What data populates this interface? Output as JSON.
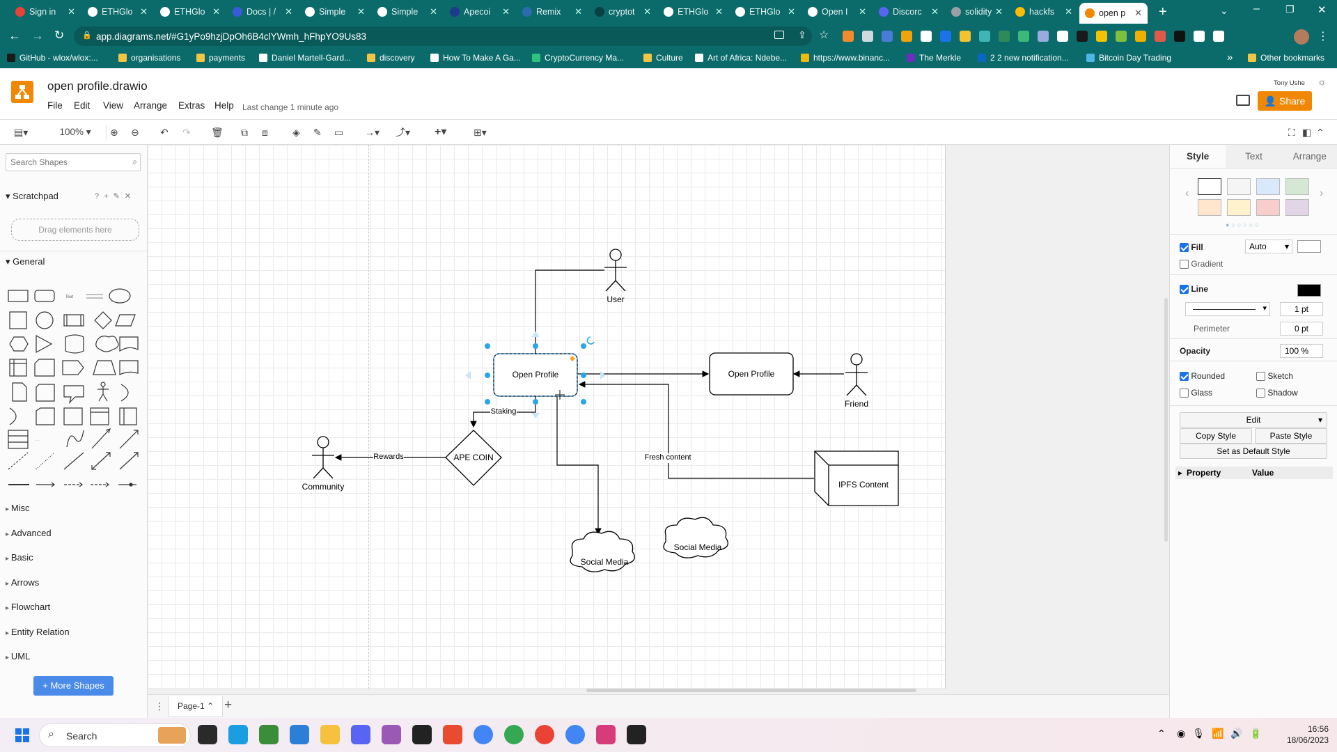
{
  "browser": {
    "tabs": [
      {
        "label": "Sign in",
        "color": "#ea4335",
        "active": false
      },
      {
        "label": "ETHGlo",
        "color": "#ffffff",
        "active": false
      },
      {
        "label": "ETHGlo",
        "color": "#ffffff",
        "active": false
      },
      {
        "label": "Docs | /",
        "color": "#3a5bd9",
        "active": false
      },
      {
        "label": "Simple",
        "color": "#ffffff",
        "active": false
      },
      {
        "label": "Simple",
        "color": "#ffffff",
        "active": false
      },
      {
        "label": "Apecoi",
        "color": "#1e3a8a",
        "active": false
      },
      {
        "label": "Remix",
        "color": "#2b6cb0",
        "active": false
      },
      {
        "label": "cryptot",
        "color": "#0a4040",
        "active": false
      },
      {
        "label": "ETHGlo",
        "color": "#ffffff",
        "active": false
      },
      {
        "label": "ETHGlo",
        "color": "#ffffff",
        "active": false
      },
      {
        "label": "Open I",
        "color": "#ffffff",
        "active": false
      },
      {
        "label": "Discorc",
        "color": "#5865f2",
        "active": false
      },
      {
        "label": "solidity",
        "color": "#9aa0a6",
        "active": false
      },
      {
        "label": "hackfs",
        "color": "#fbbc04",
        "active": false
      },
      {
        "label": "open p",
        "color": "#f08705",
        "active": true
      }
    ],
    "new_tab": "+",
    "url": "app.diagrams.net/#G1yPo9hzjDpOh6B4clYWmh_hFhpYO9Us83",
    "bookmarks": [
      {
        "label": "GitHub - wlox/wlox:..."
      },
      {
        "label": "organisations"
      },
      {
        "label": "payments"
      },
      {
        "label": "Daniel Martell-Gard..."
      },
      {
        "label": "discovery"
      },
      {
        "label": "How To Make A Ga..."
      },
      {
        "label": "CryptoCurrency Ma..."
      },
      {
        "label": "Culture"
      },
      {
        "label": "Art of Africa: Ndebe..."
      },
      {
        "label": "https://www.binanc..."
      },
      {
        "label": "The Merkle"
      },
      {
        "label": "2 2 new notification..."
      },
      {
        "label": "Bitcoin Day Trading"
      }
    ],
    "more_bookmarks": "»",
    "other_bookmarks": "Other bookmarks"
  },
  "app": {
    "title": "open profile.drawio",
    "menu": [
      "File",
      "Edit",
      "View",
      "Arrange",
      "Extras",
      "Help"
    ],
    "last_change": "Last change 1 minute ago",
    "user": "Tony Ushe",
    "share": "Share",
    "zoom": "100%",
    "accent": "#f08705"
  },
  "sidebar": {
    "search_placeholder": "Search Shapes",
    "scratchpad": "Scratchpad",
    "scratchpad_actions": "? + ✎ ✕",
    "drop_hint": "Drag elements here",
    "general": "General",
    "sections": [
      "Misc",
      "Advanced",
      "Basic",
      "Arrows",
      "Flowchart",
      "Entity Relation",
      "UML"
    ],
    "more_shapes": "+ More Shapes"
  },
  "diagram": {
    "nodes": {
      "open_profile_1": "Open Profile",
      "open_profile_2": "Open Profile",
      "ape_coin": "APE COIN",
      "ipfs": "IPFS Content",
      "social_1": "Social Media",
      "social_2": "Social Media",
      "user": "User",
      "friend": "Friend",
      "community": "Community"
    },
    "edges": {
      "staking": "Staking",
      "rewards": "Rewards",
      "fresh": "Fresh content"
    }
  },
  "bottom": {
    "page_tab": "Page-1",
    "add": "+"
  },
  "format": {
    "tabs": [
      "Style",
      "Text",
      "Arrange"
    ],
    "swatches": [
      "#ffffff",
      "#f5f5f5",
      "#dae8fc",
      "#d5e8d4",
      "#ffe6cc",
      "#fff2cc",
      "#f8cecc",
      "#e1d5e7"
    ],
    "fill": "Fill",
    "fill_mode": "Auto",
    "gradient": "Gradient",
    "line": "Line",
    "line_width": "1 pt",
    "perimeter": "Perimeter",
    "perimeter_value": "0 pt",
    "opacity": "Opacity",
    "opacity_value": "100 %",
    "rounded": "Rounded",
    "sketch": "Sketch",
    "glass": "Glass",
    "shadow": "Shadow",
    "edit": "Edit",
    "copy_style": "Copy Style",
    "paste_style": "Paste Style",
    "default_style": "Set as Default Style",
    "property": "Property",
    "value": "Value"
  },
  "taskbar": {
    "search": "Search",
    "time": "16:56",
    "date": "18/06/2023"
  }
}
